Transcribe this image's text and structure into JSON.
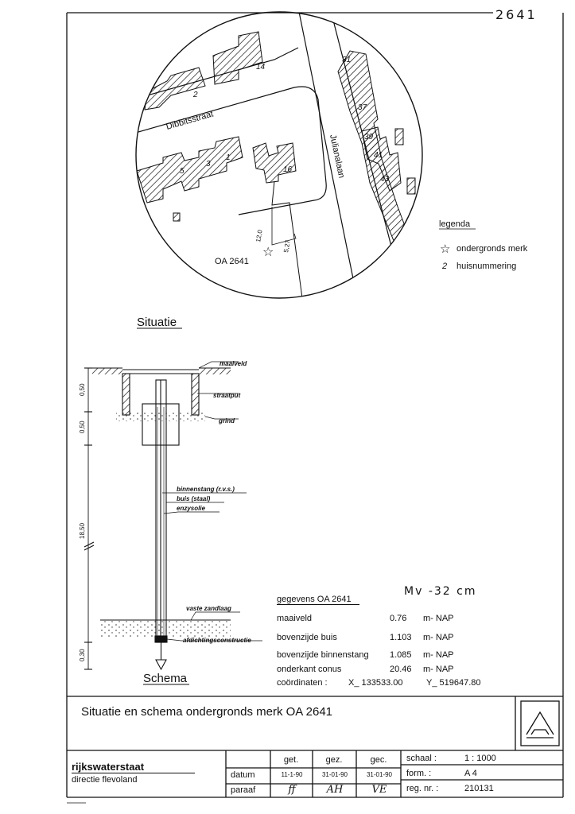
{
  "sheet_number": "2641",
  "map": {
    "streets": {
      "dibbits": "Dibbitsstraat",
      "juliana": "Julianalaan"
    },
    "house_numbers": [
      "14",
      "2",
      "5",
      "3",
      "1",
      "16",
      "31",
      "37",
      "39",
      "41",
      "43"
    ],
    "marker_label": "OA 2641",
    "dim_a": "12,0",
    "dim_b": "5,27"
  },
  "legend": {
    "title": "legenda",
    "items": [
      {
        "symbol": "☆",
        "label": "ondergronds merk"
      },
      {
        "symbol": "2",
        "label": "huisnummering"
      }
    ]
  },
  "situatie_title": "Situatie",
  "schema": {
    "title": "Schema",
    "labels": {
      "maaiveld": "maaiveld",
      "straatput": "straatput",
      "grind": "grind",
      "binnenstang": "binnenstang (r.v.s.)",
      "buis": "buis (staal)",
      "enzysolie": "enzysolie",
      "zandlaag": "vaste zandlaag",
      "afdichting": "afdichtingsconstructie"
    },
    "dims": [
      "0,50",
      "0,50",
      "18,50",
      "0,30"
    ]
  },
  "handnote": "Mv -32 cm",
  "gegevens": {
    "title": "gegevens OA 2641",
    "rows": [
      {
        "label": "maaiveld",
        "value": "0.76",
        "unit": "m- NAP"
      },
      {
        "label": "bovenzijde buis",
        "value": "1.103",
        "unit": "m- NAP"
      },
      {
        "label": "bovenzijde binnenstang",
        "value": "1.085",
        "unit": "m- NAP"
      },
      {
        "label": "onderkant conus",
        "value": "20.46",
        "unit": "m- NAP"
      }
    ],
    "coords": {
      "label": "coördinaten :",
      "x": "X_ 133533.00",
      "y": "Y_ 519647.80"
    }
  },
  "title_block": {
    "title": "Situatie en schema ondergronds merk OA 2641",
    "org": "rijkswaterstaat",
    "division": "directie flevoland",
    "row_labels": [
      "datum",
      "paraaf"
    ],
    "cols": [
      {
        "head": "get.",
        "date": "11-1-90",
        "sign": "ff"
      },
      {
        "head": "gez.",
        "date": "31-01-90",
        "sign": "AH"
      },
      {
        "head": "gec.",
        "date": "31-01-90",
        "sign": "VE"
      }
    ],
    "info": [
      {
        "label": "schaal :",
        "value": "1 : 1000"
      },
      {
        "label": "form.  :",
        "value": "A 4"
      },
      {
        "label": "reg. nr. :",
        "value": "210131"
      }
    ]
  }
}
